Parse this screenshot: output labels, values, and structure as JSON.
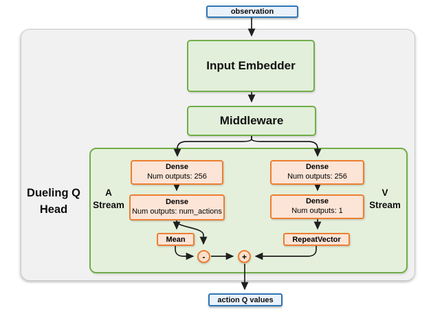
{
  "colors": {
    "panel_fill": "#f1f1f1",
    "panel_border": "#c7c7c7",
    "green_fill": "#e2efda",
    "green_panel_fill": "#e4f0dc",
    "green_border": "#70ad47",
    "orange_fill": "#fce4d6",
    "circle_fill": "#fce0cb",
    "orange_border": "#ed7d31",
    "blue_fill": "#e9f1fb",
    "blue_border": "#2e75b6",
    "arrow": "#1f1f1f"
  },
  "nodes": {
    "observation": {
      "label": "observation"
    },
    "input_embedder": {
      "label": "Input Embedder"
    },
    "middleware": {
      "label": "Middleware"
    },
    "dueling_q_head": {
      "line1": "Dueling Q",
      "line2": "Head"
    },
    "a_stream": {
      "line1": "A",
      "line2": "Stream"
    },
    "v_stream": {
      "line1": "V",
      "line2": "Stream"
    },
    "a_dense_1": {
      "title": "Dense",
      "subtitle": "Num outputs: 256"
    },
    "a_dense_2": {
      "title": "Dense",
      "subtitle": "Num outputs: num_actions"
    },
    "v_dense_1": {
      "title": "Dense",
      "subtitle": "Num outputs: 256"
    },
    "v_dense_2": {
      "title": "Dense",
      "subtitle": "Num outputs: 1"
    },
    "mean": {
      "label": "Mean"
    },
    "repeat_vector": {
      "label": "RepeatVector"
    },
    "minus_op": {
      "label": "-"
    },
    "plus_op": {
      "label": "+"
    },
    "action_q_values": {
      "label": "action Q values"
    }
  }
}
